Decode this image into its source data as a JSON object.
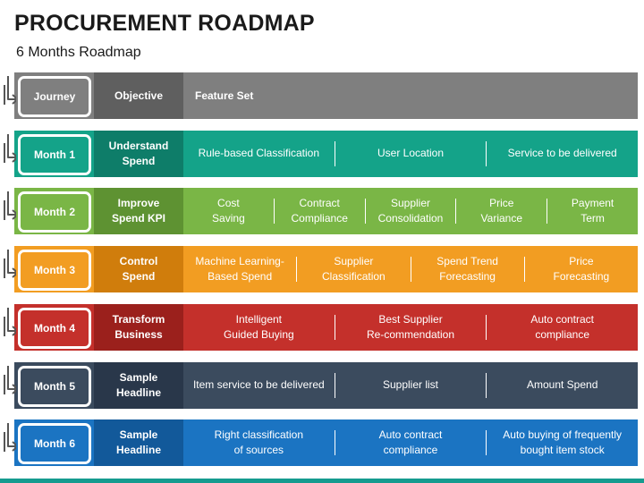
{
  "title": "PROCUREMENT ROADMAP",
  "subtitle": "6 Months Roadmap",
  "rows": [
    {
      "label": "Journey",
      "objective": "Objective",
      "features": [
        "Feature Set"
      ],
      "colors": {
        "box": "#7f7f7f",
        "objective": "#5f5f5f",
        "band": "#7f7f7f"
      }
    },
    {
      "label": "Month 1",
      "objective": "Understand\nSpend",
      "features": [
        "Rule-based Classification",
        "User Location",
        "Service to be delivered"
      ],
      "colors": {
        "box": "#14a389",
        "objective": "#0e7d69",
        "band": "#14a389"
      }
    },
    {
      "label": "Month 2",
      "objective": "Improve\nSpend KPI",
      "features": [
        "Cost\nSaving",
        "Contract\nCompliance",
        "Supplier\nConsolidation",
        "Price\nVariance",
        "Payment\nTerm"
      ],
      "colors": {
        "box": "#7ab646",
        "objective": "#5e9232",
        "band": "#7ab646"
      }
    },
    {
      "label": "Month 3",
      "objective": "Control\nSpend",
      "features": [
        "Machine Learning-\nBased Spend",
        "Supplier\nClassification",
        "Spend Trend\nForecasting",
        "Price\nForecasting"
      ],
      "colors": {
        "box": "#f29d22",
        "objective": "#d07d0c",
        "band": "#f29d22"
      }
    },
    {
      "label": "Month 4",
      "objective": "Transform\nBusiness",
      "features": [
        "Intelligent\nGuided Buying",
        "Best Supplier\nRe-commendation",
        "Auto contract\ncompliance"
      ],
      "colors": {
        "box": "#c4302b",
        "objective": "#9b201c",
        "band": "#c4302b"
      }
    },
    {
      "label": "Month 5",
      "objective": "Sample\nHeadline",
      "features": [
        "Item service to be delivered",
        "Supplier list",
        "Amount Spend"
      ],
      "colors": {
        "box": "#3b4b5e",
        "objective": "#29374a",
        "band": "#3b4b5e"
      }
    },
    {
      "label": "Month 6",
      "objective": "Sample\nHeadline",
      "features": [
        "Right classification\nof sources",
        "Auto contract\ncompliance",
        "Auto buying of frequently\nbought item stock"
      ],
      "colors": {
        "box": "#1b74c2",
        "objective": "#12599a",
        "band": "#1b74c2"
      }
    }
  ],
  "icons": {
    "connector": "elbow-arrow-icon"
  }
}
